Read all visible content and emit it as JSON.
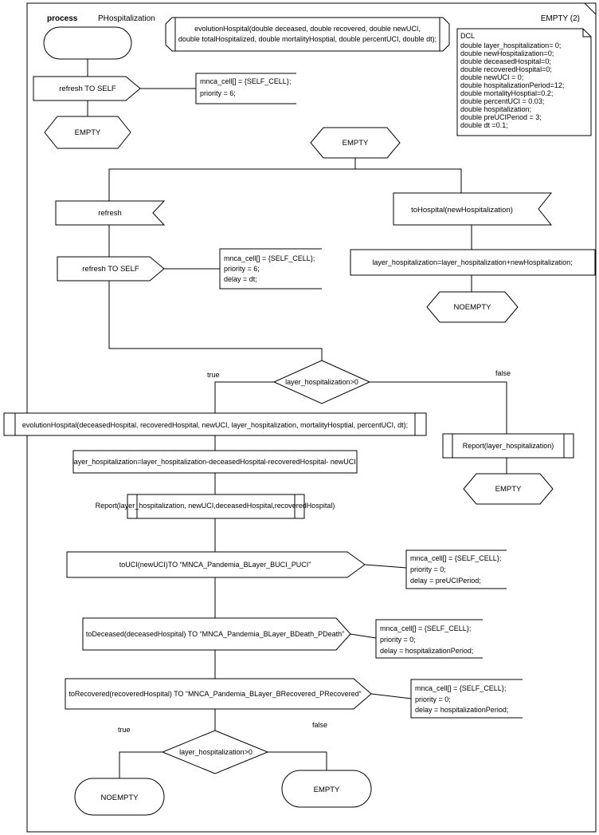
{
  "header": {
    "process_keyword": "process",
    "process_name": "PHospitalization",
    "state_title": "EMPTY (2)"
  },
  "procedure_decl": {
    "line1": "evolutionHospital(double deceased, double recovered, double newUCI,",
    "line2": "double totalHospitalized, double mortalityHosptial, double percentUCI, double dt);"
  },
  "dcl": {
    "title": "DCL",
    "lines": [
      "double layer_hospitalization= 0;",
      "double newHospitalization=0;",
      "double deceasedHospital=0;",
      "double recoveredHospital=0;",
      "double newUCI = 0;",
      "double hospitalizationPeriod=12;",
      "double mortalityHosptial=0.2;",
      "double percentUCI = 0.03;",
      "double hospitalization;",
      "double preUCIPeriod = 3;",
      "double dt =0.1;"
    ]
  },
  "init": {
    "output": "refresh TO SELF",
    "comment": [
      "mnca_cell[] = {SELF_CELL};",
      "priority = 6;"
    ],
    "next_state": "EMPTY"
  },
  "main": {
    "state": "EMPTY",
    "left_input": "refresh",
    "right_input": "toHospital(newHospitalization)",
    "refresh_output": "refresh TO SELF",
    "refresh_comment": [
      "mnca_cell[] = {SELF_CELL};",
      "priority = 6;",
      "delay = dt;"
    ],
    "right_task": "layer_hospitalization=layer_hospitalization+newHospitalization;",
    "right_next_state": "NOEMPTY",
    "decision1": "layer_hospitalization>0",
    "true_label": "true",
    "false_label": "false",
    "procedure_call": "evolutionHospital(deceasedHospital, recoveredHospital, newUCI, layer_hospitalization, mortalityHosptial, percentUCI, dt);",
    "false_report": "Report(layer_hospitalization)",
    "false_next_state": "EMPTY",
    "task2": "layer_hospitalization=layer_hospitalization-deceasedHospital-recoveredHospital- newUCI;",
    "report2": "Report(layer_hospitalization, newUCI,deceasedHospital,recoveredHospital)",
    "out_uci": "toUCI(newUCI)TO “MNCA_Pandemia_BLayer_BUCI_PUCI”",
    "out_uci_comment": [
      "mnca_cell[] = {SELF_CELL};",
      "priority = 0;",
      "delay = preUCIPeriod;"
    ],
    "out_deceased": "toDeceased(deceasedHospital) TO “MNCA_Pandemia_BLayer_BDeath_PDeath”",
    "out_deceased_comment": [
      "mnca_cell[] = {SELF_CELL};",
      "priority = 0;",
      "delay = hospitalizationPeriod;"
    ],
    "out_recovered": "toRecovered(recoveredHospital) TO “MNCA_Pandemia_BLayer_BRecovered_PRecovered”",
    "out_recovered_comment": [
      "mnca_cell[] = {SELF_CELL};",
      "priority = 0;",
      "delay = hospitalizationPeriod;"
    ],
    "decision2": "layer_hospitalization>0",
    "true_label2": "true",
    "false_label2": "false",
    "end_true_state": "NOEMPTY",
    "end_false_state": "EMPTY"
  }
}
